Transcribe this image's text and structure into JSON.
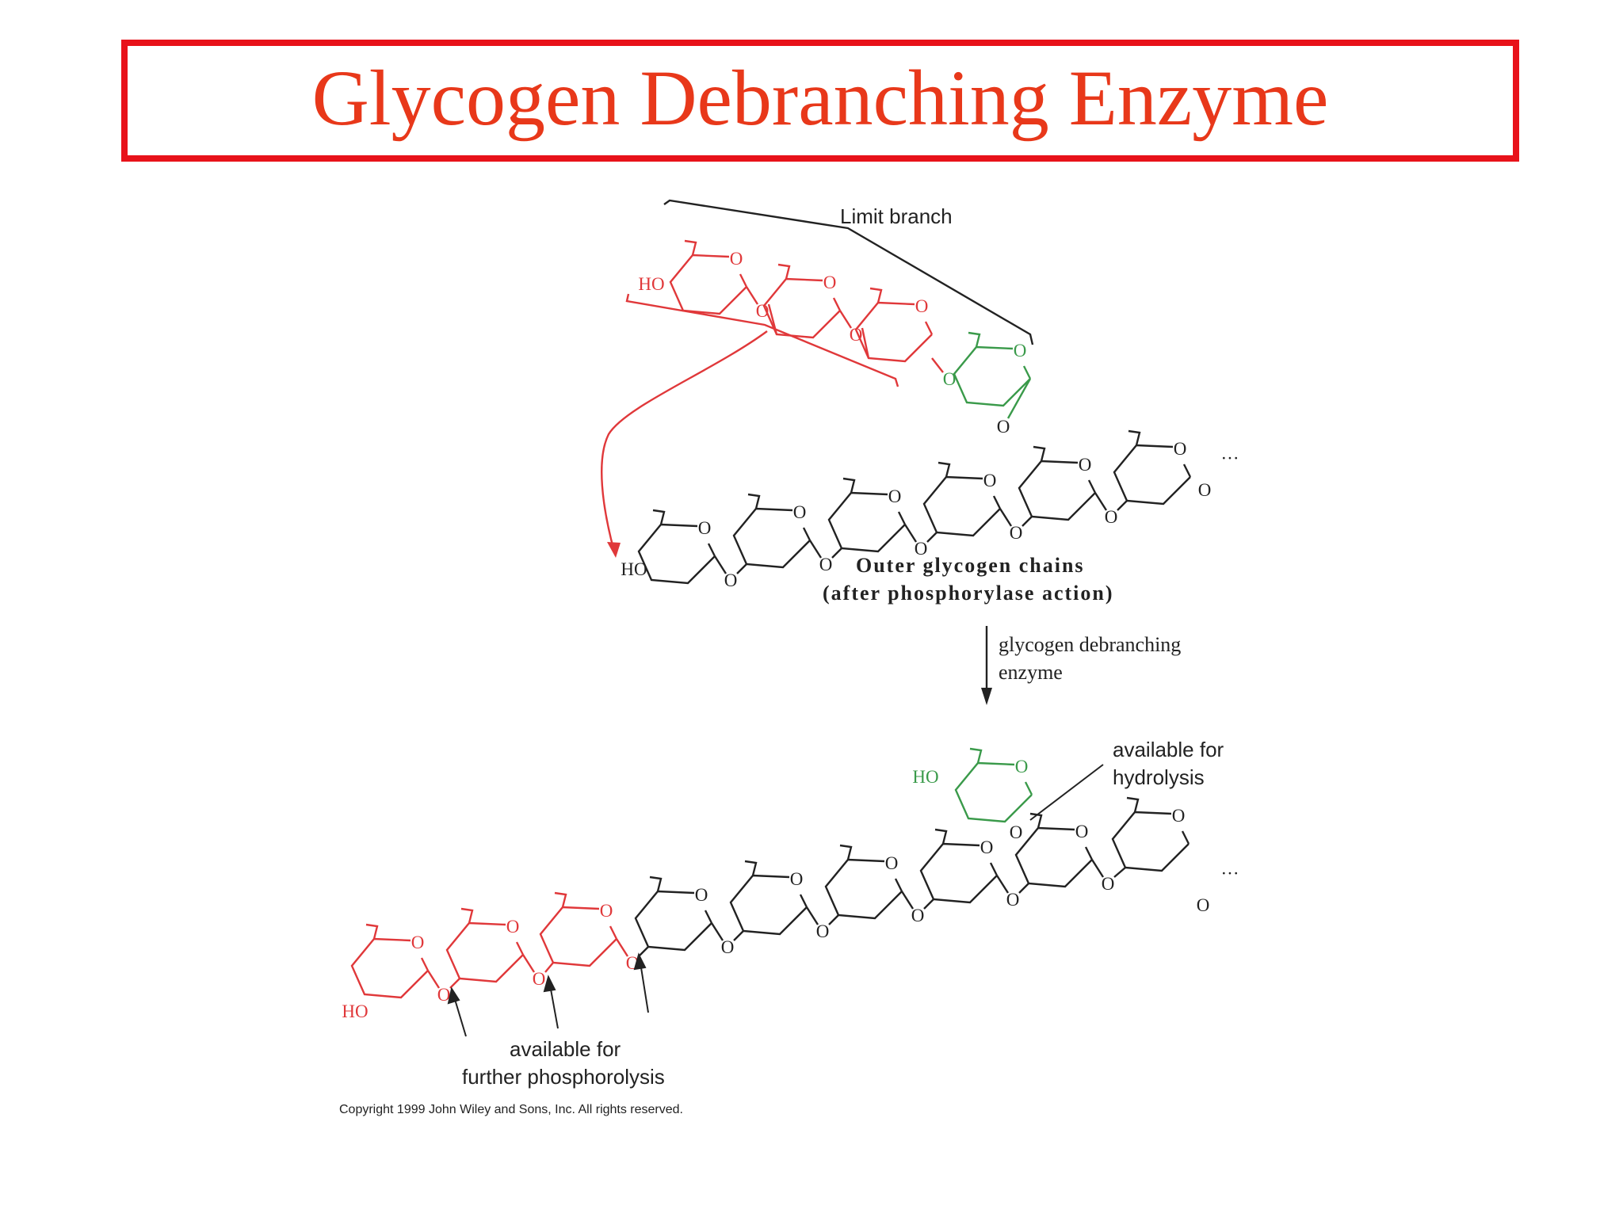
{
  "slide": {
    "title": "Glycogen Debranching Enzyme"
  },
  "labels": {
    "limit_branch": "Limit branch",
    "outer_chains_line1": "Outer glycogen chains",
    "outer_chains_line2": "(after phosphorylase action)",
    "enzyme_line1": "glycogen debranching",
    "enzyme_line2": "enzyme",
    "hydrolysis_line1": "available for",
    "hydrolysis_line2": "hydrolysis",
    "phosphorolysis_line1": "available for",
    "phosphorolysis_line2": "further phosphorolysis",
    "copyright": "Copyright 1999 John Wiley and Sons, Inc. All rights reserved."
  },
  "atoms": {
    "oxygen": "O",
    "hydroxyl": "HO",
    "ellipsis": "···"
  },
  "colors": {
    "title": "#e8381a",
    "title_border": "#e8121a",
    "transferred_residues": "#e0383a",
    "branch_residue": "#3a9a4a",
    "main_chain": "#222222"
  }
}
